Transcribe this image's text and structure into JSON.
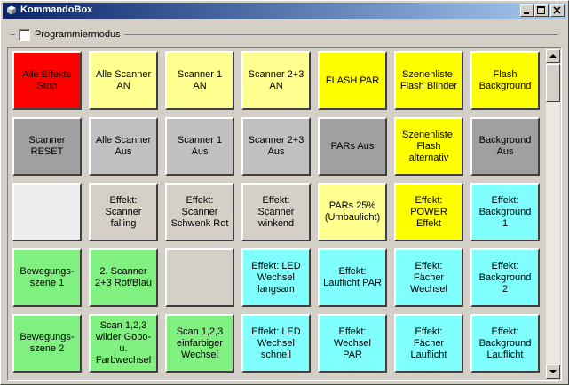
{
  "window": {
    "title": "KommandoBox",
    "icons": {
      "app": "cube-icon",
      "minimize": "minimize-icon",
      "maximize": "maximize-icon",
      "close": "close-icon"
    }
  },
  "programmiermodus": {
    "label": "Programmiermodus",
    "checked": false
  },
  "colors": {
    "red": "#ff0000",
    "yellow_light": "#ffff90",
    "yellow": "#ffff00",
    "gray_dark": "#a0a0a0",
    "gray_light": "#c0c0c0",
    "beige": "#d4d0c8",
    "white": "#eeeeee",
    "green": "#80f080",
    "cyan": "#80ffff"
  },
  "buttons": [
    [
      {
        "label": "Alle Effekte\nStop",
        "color": "red"
      },
      {
        "label": "Alle Scanner\nAN",
        "color": "yellow_light"
      },
      {
        "label": "Scanner 1\nAN",
        "color": "yellow_light"
      },
      {
        "label": "Scanner 2+3\nAN",
        "color": "yellow_light"
      },
      {
        "label": "FLASH PAR",
        "color": "yellow"
      },
      {
        "label": "Szenenliste:\nFlash Blinder",
        "color": "yellow"
      },
      {
        "label": "Flash\nBackground",
        "color": "yellow"
      }
    ],
    [
      {
        "label": "Scanner\nRESET",
        "color": "gray_dark"
      },
      {
        "label": "Alle Scanner\nAus",
        "color": "gray_light"
      },
      {
        "label": "Scanner 1\nAus",
        "color": "gray_light"
      },
      {
        "label": "Scanner 2+3\nAus",
        "color": "gray_light"
      },
      {
        "label": "PARs Aus",
        "color": "gray_dark"
      },
      {
        "label": "Szenenliste:\nFlash\nalternativ",
        "color": "yellow"
      },
      {
        "label": "Background\nAus",
        "color": "gray_dark"
      }
    ],
    [
      {
        "label": "",
        "color": "white"
      },
      {
        "label": "Effekt:\nScanner\nfalling",
        "color": "beige"
      },
      {
        "label": "Effekt:\nScanner\nSchwenk Rot",
        "color": "beige"
      },
      {
        "label": "Effekt:\nScanner\nwinkend",
        "color": "beige"
      },
      {
        "label": "PARs 25%\n(Umbaulicht)",
        "color": "yellow_light"
      },
      {
        "label": "Effekt:\nPOWER\nEffekt",
        "color": "yellow"
      },
      {
        "label": "Effekt:\nBackground\n1",
        "color": "cyan"
      }
    ],
    [
      {
        "label": "Bewegungs-\nszene 1",
        "color": "green"
      },
      {
        "label": "2. Scanner\n2+3 Rot/Blau",
        "color": "green"
      },
      {
        "label": "",
        "color": "beige"
      },
      {
        "label": "Effekt: LED\nWechsel\nlangsam",
        "color": "cyan"
      },
      {
        "label": "Effekt:\nLauflicht PAR",
        "color": "cyan"
      },
      {
        "label": "Effekt:\nFächer\nWechsel",
        "color": "cyan"
      },
      {
        "label": "Effekt:\nBackground\n2",
        "color": "cyan"
      }
    ],
    [
      {
        "label": "Bewegungs-\nszene 2",
        "color": "green"
      },
      {
        "label": "Scan 1,2,3\nwilder Gobo-\nu.\nFarbwechsel",
        "color": "green"
      },
      {
        "label": "Scan 1,2,3\neinfarbiger\nWechsel",
        "color": "green"
      },
      {
        "label": "Effekt: LED\nWechsel\nschnell",
        "color": "cyan"
      },
      {
        "label": "Effekt:\nWechsel\nPAR",
        "color": "cyan"
      },
      {
        "label": "Effekt:\nFächer\nLauflicht",
        "color": "cyan"
      },
      {
        "label": "Effekt:\nBackground\nLauflicht",
        "color": "cyan"
      }
    ]
  ],
  "scrollbar": {
    "up_icon": "arrow-up-icon",
    "down_icon": "arrow-down-icon"
  }
}
